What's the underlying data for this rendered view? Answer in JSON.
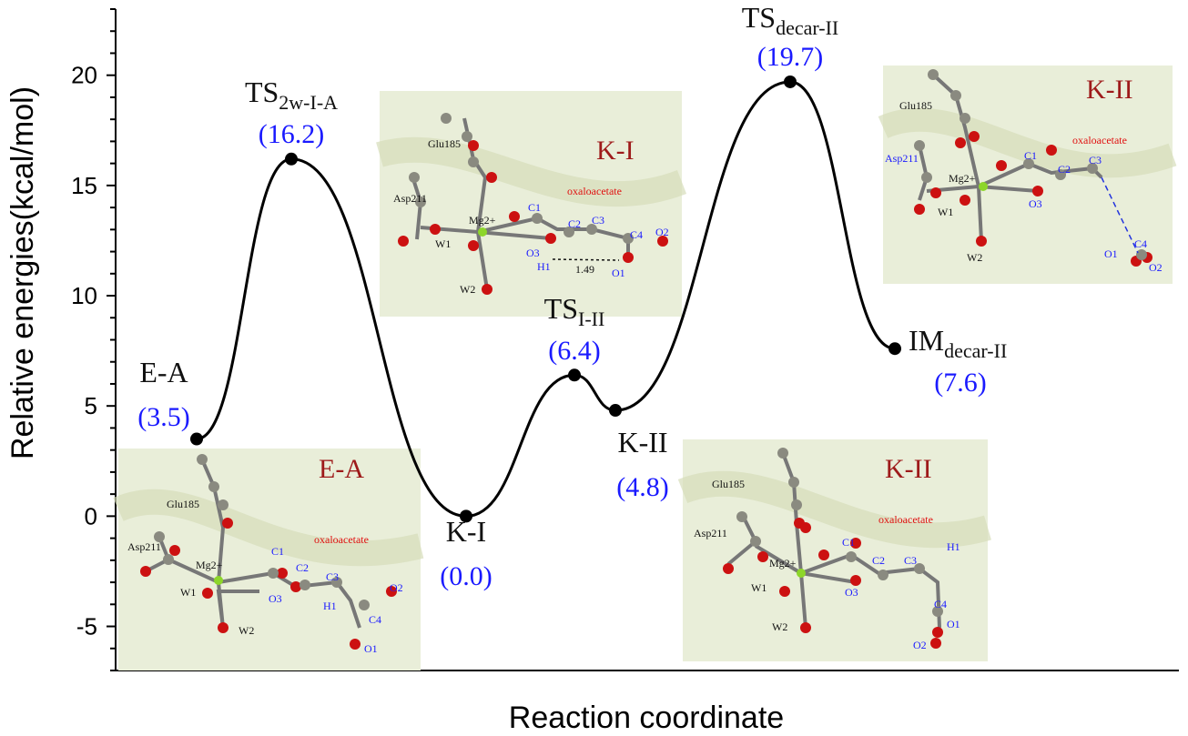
{
  "chart_data": {
    "type": "line",
    "xlabel": "Reaction coordinate",
    "ylabel": "Relative energies(kcal/mol)",
    "ylim": [
      -7,
      23
    ],
    "yticks": [
      "-5",
      "0",
      "5",
      "10",
      "15",
      "20"
    ],
    "points": [
      {
        "name": "E-A",
        "sub": "",
        "value": 3.5,
        "value_label": "(3.5)"
      },
      {
        "name": "TS",
        "sub": "2w-I-A",
        "value": 16.2,
        "value_label": "(16.2)"
      },
      {
        "name": "K-I",
        "sub": "",
        "value": 0.0,
        "value_label": "(0.0)"
      },
      {
        "name": "TS",
        "sub": "I-II",
        "value": 6.4,
        "value_label": "(6.4)"
      },
      {
        "name": "K-II",
        "sub": "",
        "value": 4.8,
        "value_label": "(4.8)"
      },
      {
        "name": "TS",
        "sub": "decar-II",
        "value": 19.7,
        "value_label": "(19.7)"
      },
      {
        "name": "IM",
        "sub": "decar-II",
        "value": 7.6,
        "value_label": "(7.6)"
      }
    ],
    "insets": [
      {
        "title": "E-A",
        "residues": [
          "Glu185",
          "Asp211"
        ],
        "metal": "Mg2+",
        "substrate": "oxaloacetate",
        "atoms": [
          "C1",
          "C2",
          "C3",
          "C4",
          "O1",
          "O2",
          "O3",
          "H1",
          "W1",
          "W2"
        ]
      },
      {
        "title": "K-I",
        "residues": [
          "Glu185",
          "Asp211"
        ],
        "metal": "Mg2+",
        "substrate": "oxaloacetate",
        "atoms": [
          "C1",
          "C2",
          "C3",
          "C4",
          "O1",
          "O2",
          "O3",
          "H1",
          "W1",
          "W2"
        ],
        "distance": "1.49"
      },
      {
        "title": "K-II",
        "residues": [
          "Glu185",
          "Asp211"
        ],
        "metal": "Mg2+",
        "substrate": "oxaloacetate",
        "atoms": [
          "C1",
          "C2",
          "C3",
          "C4",
          "O1",
          "O2",
          "O3",
          "W1",
          "W2"
        ]
      },
      {
        "title": "K-II",
        "residues": [
          "Glu185",
          "Asp211"
        ],
        "metal": "Mg2+",
        "substrate": "oxaloacetate",
        "atoms": [
          "C1",
          "C2",
          "C3",
          "C4",
          "O1",
          "O2",
          "O3",
          "H1",
          "W1",
          "W2"
        ]
      }
    ]
  }
}
